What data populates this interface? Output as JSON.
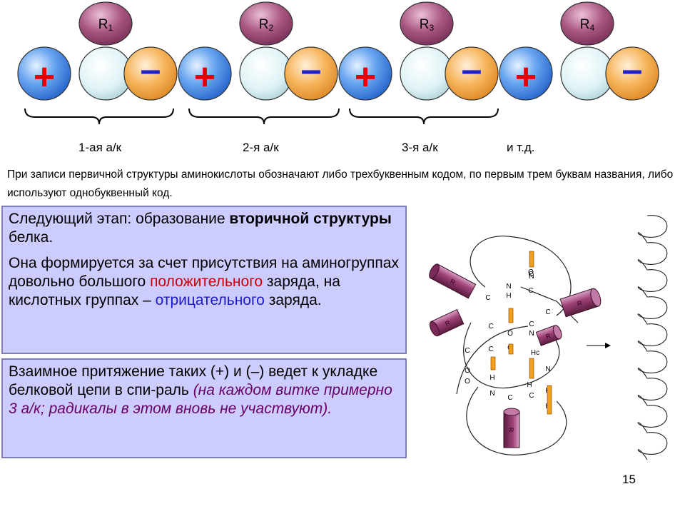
{
  "chain": {
    "radicals": [
      "R1",
      "R2",
      "R3",
      "R4"
    ],
    "plus_sign": "+",
    "minus_sign": "–",
    "labels": [
      "1-ая а/к",
      "2-я а/к",
      "3-я а/к",
      "и т.д."
    ]
  },
  "intro_text": "При записи первичной структуры аминокислоты обозначают либо трехбуквенным кодом, по первым трем буквам названия, либо используют однобуквенный код.",
  "box1": {
    "line1_prefix": "Следующий этап: образование ",
    "line1_bold": "вторичной структуры",
    "line1_suffix": " белка.",
    "p2_part1": "Она формируется за счет присутствия на аминогруппах довольно большого ",
    "p2_positive": "положительного",
    "p2_part2": " заряда, на кислотных группах – ",
    "p2_negative": "отрицательного",
    "p2_part3": " заряда."
  },
  "box2": {
    "text": "Взаимное притяжение таких (+) и (–) ведет к укладке белковой цепи в спи-раль ",
    "note": "(на каждом витке примерно 3 а/к; радикалы в этом вновь не участвуют)."
  },
  "diagram": {
    "atoms": [
      "C",
      "N",
      "C",
      "C",
      "C",
      "O",
      "N",
      "C",
      "O",
      "O",
      "H",
      "C",
      "N",
      "H",
      "H",
      "N",
      "C",
      "C",
      "H",
      "C",
      "N",
      "C",
      "O",
      "O",
      "H",
      "Hc"
    ],
    "cylinder_label": "R"
  },
  "page_number": "15",
  "colors": {
    "plus": "#e60000",
    "minus": "#2222cc",
    "blue_ball": "#3c84e6",
    "neutral_ball": "#d8f0f4",
    "orange_ball": "#f4a038",
    "radical_ball": "#9a4870",
    "box_fill": "#ccccff",
    "positive_text": "#cc0000",
    "negative_text": "#1a1acc",
    "note_text": "#660066"
  }
}
